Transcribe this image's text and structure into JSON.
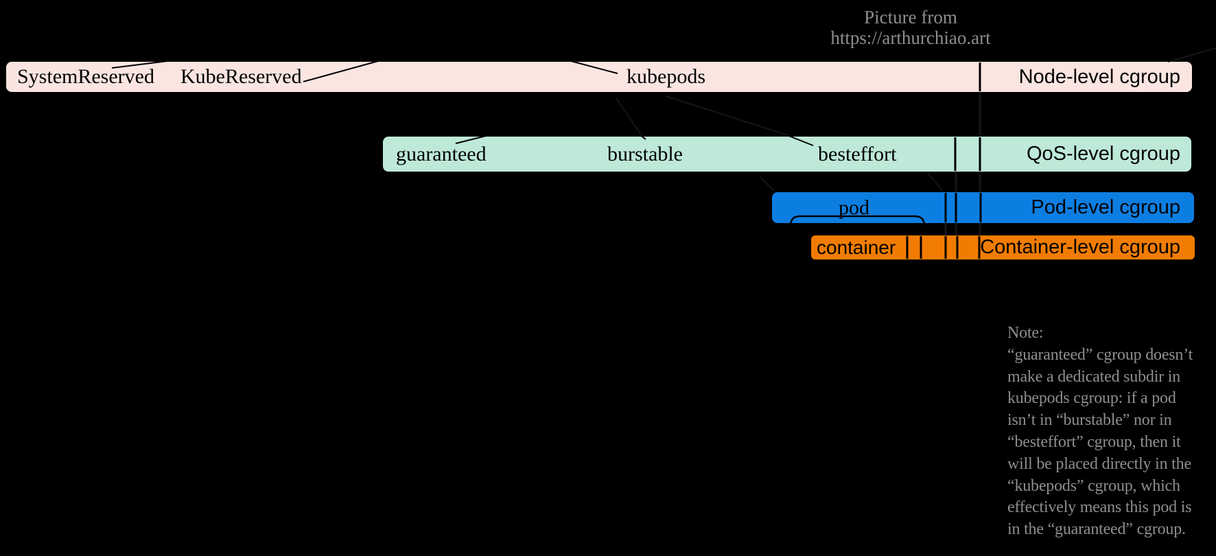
{
  "colors": {
    "background": "#000000",
    "node_bar": "#fbe5e1",
    "qos_bar": "#bee8d7",
    "pod_bar": "#0d7ee1",
    "container_bar": "#f17c01",
    "gray_text": "#8e8e8e",
    "line": "#000000",
    "faint_line": "#161616"
  },
  "credit": {
    "line1": "Picture from",
    "line2": "https://arthurchiao.art"
  },
  "rows": {
    "node": {
      "cells": [
        "SystemReserved",
        "KubeReserved",
        "kubepods"
      ],
      "level": "Node-level cgroup"
    },
    "qos": {
      "cells": [
        "guaranteed",
        "burstable",
        "besteffort"
      ],
      "level": "QoS-level cgroup"
    },
    "pod": {
      "cells": [
        "pod"
      ],
      "level": "Pod-level cgroup"
    },
    "container": {
      "cells": [
        "container"
      ],
      "level": "Container-level cgroup"
    }
  },
  "note": {
    "lines": [
      "Note:",
      "“guaranteed” cgroup doesn’t",
      "make a dedicated subdir in",
      "kubepods cgroup: if a pod",
      "isn’t in “burstable” nor in",
      "“besteffort” cgroup, then it",
      "will be placed directly in the",
      "“kubepods” cgroup, which",
      "effectively means this pod is",
      "in the “guaranteed” cgroup."
    ]
  }
}
